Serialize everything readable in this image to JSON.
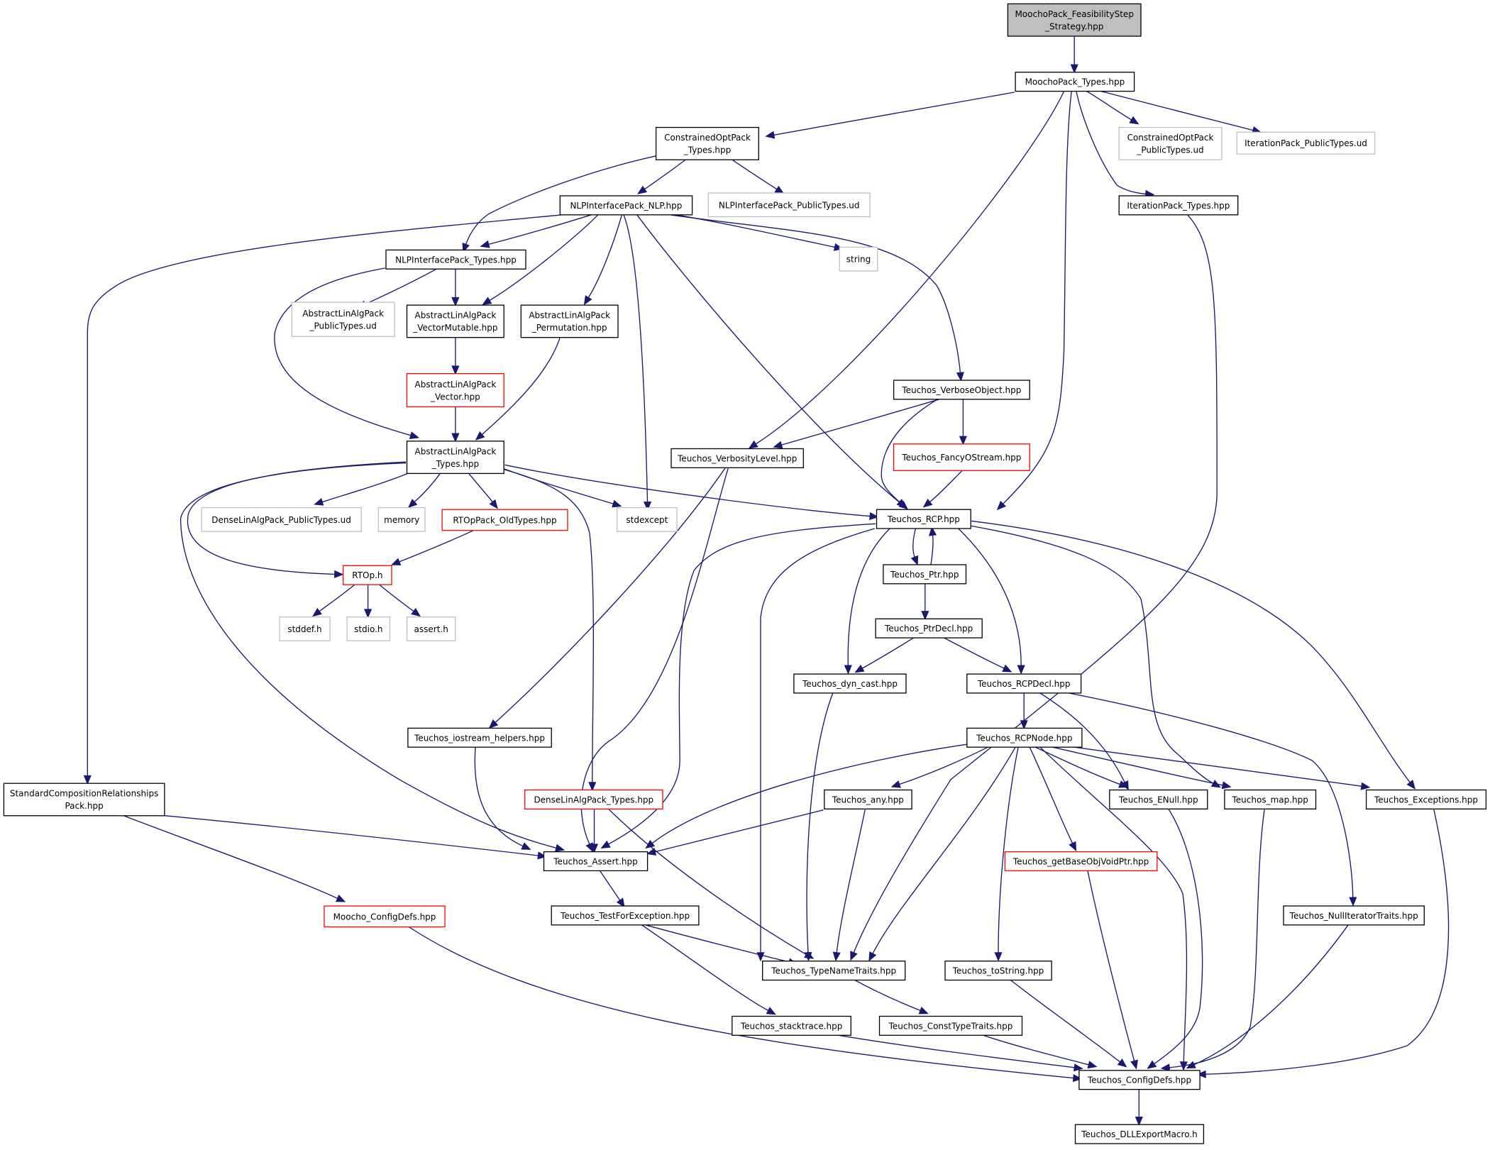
{
  "colors": {
    "edge": "#191970",
    "box_border": "#000000",
    "border_normal": "#000000",
    "border_external": "#bfbfbf",
    "border_truncated": "#ff0000",
    "fill_root": "#bfbfbf",
    "fill_normal": "#ffffff"
  },
  "nodes": [
    {
      "id": "feas",
      "lines": [
        "MoochoPack_FeasibilityStep",
        "_Strategy.hpp"
      ],
      "kind": "root"
    },
    {
      "id": "mtypes",
      "lines": [
        "MoochoPack_Types.hpp"
      ],
      "kind": "normal"
    },
    {
      "id": "copt",
      "lines": [
        "ConstrainedOptPack",
        "_Types.hpp"
      ],
      "kind": "normal"
    },
    {
      "id": "copt_ud",
      "lines": [
        "ConstrainedOptPack",
        "_PublicTypes.ud"
      ],
      "kind": "external"
    },
    {
      "id": "iter_ud",
      "lines": [
        "IterationPack_PublicTypes.ud"
      ],
      "kind": "external"
    },
    {
      "id": "nlp",
      "lines": [
        "NLPInterfacePack_NLP.hpp"
      ],
      "kind": "normal"
    },
    {
      "id": "nlp_ud",
      "lines": [
        "NLPInterfacePack_PublicTypes.ud"
      ],
      "kind": "external"
    },
    {
      "id": "itertypes",
      "lines": [
        "IterationPack_Types.hpp"
      ],
      "kind": "normal"
    },
    {
      "id": "nlptypes",
      "lines": [
        "NLPInterfacePack_Types.hpp"
      ],
      "kind": "normal"
    },
    {
      "id": "string",
      "lines": [
        "string"
      ],
      "kind": "external"
    },
    {
      "id": "ala_ud",
      "lines": [
        "AbstractLinAlgPack",
        "_PublicTypes.ud"
      ],
      "kind": "external"
    },
    {
      "id": "ala_vm",
      "lines": [
        "AbstractLinAlgPack",
        "_VectorMutable.hpp"
      ],
      "kind": "normal"
    },
    {
      "id": "ala_perm",
      "lines": [
        "AbstractLinAlgPack",
        "_Permutation.hpp"
      ],
      "kind": "normal"
    },
    {
      "id": "ala_vec",
      "lines": [
        "AbstractLinAlgPack",
        "_Vector.hpp"
      ],
      "kind": "truncated"
    },
    {
      "id": "verbobj",
      "lines": [
        "Teuchos_VerboseObject.hpp"
      ],
      "kind": "normal"
    },
    {
      "id": "ala_types",
      "lines": [
        "AbstractLinAlgPack",
        "_Types.hpp"
      ],
      "kind": "normal"
    },
    {
      "id": "verblvl",
      "lines": [
        "Teuchos_VerbosityLevel.hpp"
      ],
      "kind": "normal"
    },
    {
      "id": "fancy",
      "lines": [
        "Teuchos_FancyOStream.hpp"
      ],
      "kind": "truncated"
    },
    {
      "id": "dla_ud",
      "lines": [
        "DenseLinAlgPack_PublicTypes.ud"
      ],
      "kind": "external"
    },
    {
      "id": "memory",
      "lines": [
        "memory"
      ],
      "kind": "external"
    },
    {
      "id": "rtop_old",
      "lines": [
        "RTOpPack_OldTypes.hpp"
      ],
      "kind": "truncated"
    },
    {
      "id": "stdexcept",
      "lines": [
        "stdexcept"
      ],
      "kind": "external"
    },
    {
      "id": "rcp",
      "lines": [
        "Teuchos_RCP.hpp"
      ],
      "kind": "normal"
    },
    {
      "id": "rtoph",
      "lines": [
        "RTOp.h"
      ],
      "kind": "truncated"
    },
    {
      "id": "ptr",
      "lines": [
        "Teuchos_Ptr.hpp"
      ],
      "kind": "normal"
    },
    {
      "id": "stddef",
      "lines": [
        "stddef.h"
      ],
      "kind": "external"
    },
    {
      "id": "stdio",
      "lines": [
        "stdio.h"
      ],
      "kind": "external"
    },
    {
      "id": "asserth",
      "lines": [
        "assert.h"
      ],
      "kind": "external"
    },
    {
      "id": "ptrdecl",
      "lines": [
        "Teuchos_PtrDecl.hpp"
      ],
      "kind": "normal"
    },
    {
      "id": "dyncast",
      "lines": [
        "Teuchos_dyn_cast.hpp"
      ],
      "kind": "normal"
    },
    {
      "id": "rcpdecl",
      "lines": [
        "Teuchos_RCPDecl.hpp"
      ],
      "kind": "normal"
    },
    {
      "id": "iohelp",
      "lines": [
        "Teuchos_iostream_helpers.hpp"
      ],
      "kind": "normal"
    },
    {
      "id": "rcpnode",
      "lines": [
        "Teuchos_RCPNode.hpp"
      ],
      "kind": "normal"
    },
    {
      "id": "scr",
      "lines": [
        "StandardCompositionRelationships",
        "Pack.hpp"
      ],
      "kind": "normal"
    },
    {
      "id": "dla_types",
      "lines": [
        "DenseLinAlgPack_Types.hpp"
      ],
      "kind": "truncated"
    },
    {
      "id": "any",
      "lines": [
        "Teuchos_any.hpp"
      ],
      "kind": "normal"
    },
    {
      "id": "enull",
      "lines": [
        "Teuchos_ENull.hpp"
      ],
      "kind": "normal"
    },
    {
      "id": "map",
      "lines": [
        "Teuchos_map.hpp"
      ],
      "kind": "normal"
    },
    {
      "id": "exceptions",
      "lines": [
        "Teuchos_Exceptions.hpp"
      ],
      "kind": "normal"
    },
    {
      "id": "assert",
      "lines": [
        "Teuchos_Assert.hpp"
      ],
      "kind": "normal"
    },
    {
      "id": "getbase",
      "lines": [
        "Teuchos_getBaseObjVoidPtr.hpp"
      ],
      "kind": "truncated"
    },
    {
      "id": "mconfig",
      "lines": [
        "Moocho_ConfigDefs.hpp"
      ],
      "kind": "truncated"
    },
    {
      "id": "testfor",
      "lines": [
        "Teuchos_TestForException.hpp"
      ],
      "kind": "normal"
    },
    {
      "id": "nulliter",
      "lines": [
        "Teuchos_NullIteratorTraits.hpp"
      ],
      "kind": "normal"
    },
    {
      "id": "typename",
      "lines": [
        "Teuchos_TypeNameTraits.hpp"
      ],
      "kind": "normal"
    },
    {
      "id": "tostring",
      "lines": [
        "Teuchos_toString.hpp"
      ],
      "kind": "normal"
    },
    {
      "id": "stacktrace",
      "lines": [
        "Teuchos_stacktrace.hpp"
      ],
      "kind": "normal"
    },
    {
      "id": "consttype",
      "lines": [
        "Teuchos_ConstTypeTraits.hpp"
      ],
      "kind": "normal"
    },
    {
      "id": "tconfig",
      "lines": [
        "Teuchos_ConfigDefs.hpp"
      ],
      "kind": "normal"
    },
    {
      "id": "dll",
      "lines": [
        "Teuchos_DLLExportMacro.h"
      ],
      "kind": "normal"
    }
  ],
  "edges": [
    [
      "feas",
      "mtypes"
    ],
    [
      "mtypes",
      "copt"
    ],
    [
      "mtypes",
      "copt_ud"
    ],
    [
      "mtypes",
      "iter_ud"
    ],
    [
      "mtypes",
      "itertypes"
    ],
    [
      "mtypes",
      "verblvl"
    ],
    [
      "mtypes",
      "rcp"
    ],
    [
      "copt",
      "nlp"
    ],
    [
      "copt",
      "nlp_ud"
    ],
    [
      "copt",
      "nlptypes"
    ],
    [
      "nlp",
      "nlptypes"
    ],
    [
      "nlp",
      "string"
    ],
    [
      "nlp",
      "ala_vm"
    ],
    [
      "nlp",
      "ala_perm"
    ],
    [
      "nlp",
      "stdexcept"
    ],
    [
      "nlp",
      "verbobj"
    ],
    [
      "nlp",
      "rcp"
    ],
    [
      "nlp",
      "scr"
    ],
    [
      "itertypes",
      "typename"
    ],
    [
      "nlptypes",
      "ala_ud"
    ],
    [
      "nlptypes",
      "ala_vm"
    ],
    [
      "nlptypes",
      "ala_types"
    ],
    [
      "ala_vm",
      "ala_vec"
    ],
    [
      "ala_vec",
      "ala_types"
    ],
    [
      "ala_perm",
      "ala_types"
    ],
    [
      "verbobj",
      "verblvl"
    ],
    [
      "verbobj",
      "fancy"
    ],
    [
      "verbobj",
      "rcp"
    ],
    [
      "ala_types",
      "dla_ud"
    ],
    [
      "ala_types",
      "memory"
    ],
    [
      "ala_types",
      "rtop_old"
    ],
    [
      "ala_types",
      "stdexcept"
    ],
    [
      "ala_types",
      "rcp"
    ],
    [
      "ala_types",
      "rtoph"
    ],
    [
      "ala_types",
      "assert"
    ],
    [
      "ala_types",
      "dla_types"
    ],
    [
      "verblvl",
      "iohelp"
    ],
    [
      "verblvl",
      "assert"
    ],
    [
      "fancy",
      "rcp"
    ],
    [
      "rtop_old",
      "rtoph"
    ],
    [
      "rtoph",
      "stddef"
    ],
    [
      "rtoph",
      "stdio"
    ],
    [
      "rtoph",
      "asserth"
    ],
    [
      "rcp",
      "ptr"
    ],
    [
      "rcp",
      "dyncast"
    ],
    [
      "rcp",
      "rcpdecl"
    ],
    [
      "rcp",
      "assert"
    ],
    [
      "rcp",
      "typename"
    ],
    [
      "rcp",
      "map"
    ],
    [
      "rcp",
      "exceptions"
    ],
    [
      "ptr",
      "rcp"
    ],
    [
      "ptr",
      "ptrdecl"
    ],
    [
      "ptrdecl",
      "dyncast"
    ],
    [
      "ptrdecl",
      "rcpdecl"
    ],
    [
      "dyncast",
      "typename"
    ],
    [
      "rcpdecl",
      "rcpnode"
    ],
    [
      "rcpdecl",
      "enull"
    ],
    [
      "rcpdecl",
      "nulliter"
    ],
    [
      "iohelp",
      "assert"
    ],
    [
      "rcpnode",
      "any"
    ],
    [
      "rcpnode",
      "assert"
    ],
    [
      "rcpnode",
      "enull"
    ],
    [
      "rcpnode",
      "map"
    ],
    [
      "rcpnode",
      "exceptions"
    ],
    [
      "rcpnode",
      "getbase"
    ],
    [
      "rcpnode",
      "typename"
    ],
    [
      "rcpnode",
      "tostring"
    ],
    [
      "rcpnode",
      "tconfig"
    ],
    [
      "scr",
      "assert"
    ],
    [
      "scr",
      "mconfig"
    ],
    [
      "dla_types",
      "assert"
    ],
    [
      "dla_types",
      "typename"
    ],
    [
      "any",
      "assert"
    ],
    [
      "any",
      "typename"
    ],
    [
      "enull",
      "tconfig"
    ],
    [
      "map",
      "tconfig"
    ],
    [
      "exceptions",
      "tconfig"
    ],
    [
      "assert",
      "testfor"
    ],
    [
      "getbase",
      "tconfig"
    ],
    [
      "mconfig",
      "tconfig"
    ],
    [
      "testfor",
      "typename"
    ],
    [
      "testfor",
      "stacktrace"
    ],
    [
      "nulliter",
      "tconfig"
    ],
    [
      "typename",
      "consttype"
    ],
    [
      "tostring",
      "tconfig"
    ],
    [
      "stacktrace",
      "tconfig"
    ],
    [
      "consttype",
      "tconfig"
    ],
    [
      "tconfig",
      "dll"
    ]
  ]
}
